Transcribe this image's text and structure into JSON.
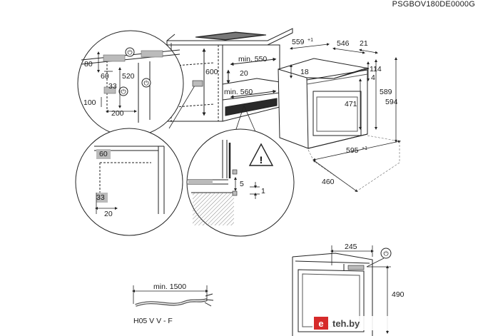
{
  "model_code": "PSGBOV180DE0000G",
  "cabinet": {
    "dims": [
      "600",
      "min. 550",
      "20",
      "min. 560"
    ]
  },
  "electrical_detail": {
    "dims": [
      "80",
      "60",
      "520",
      "33",
      "100",
      "200"
    ],
    "symbol": "⏻"
  },
  "oven": {
    "dims": [
      "559",
      "+1",
      "546",
      "21",
      "18",
      "114",
      "4",
      "589",
      "594",
      "471",
      "595",
      "+1",
      "460"
    ]
  },
  "corner_detail": {
    "dims": [
      "60",
      "33",
      "20"
    ]
  },
  "clearance_detail": {
    "dims": [
      "5",
      "1"
    ],
    "warning_symbol": "!"
  },
  "cable": {
    "length_label": "min. 1500",
    "type_label": "H05 V V - F"
  },
  "rear_view": {
    "dims": [
      "245",
      "490"
    ]
  },
  "watermark": {
    "prefix": "e",
    "text": "teh.by"
  }
}
